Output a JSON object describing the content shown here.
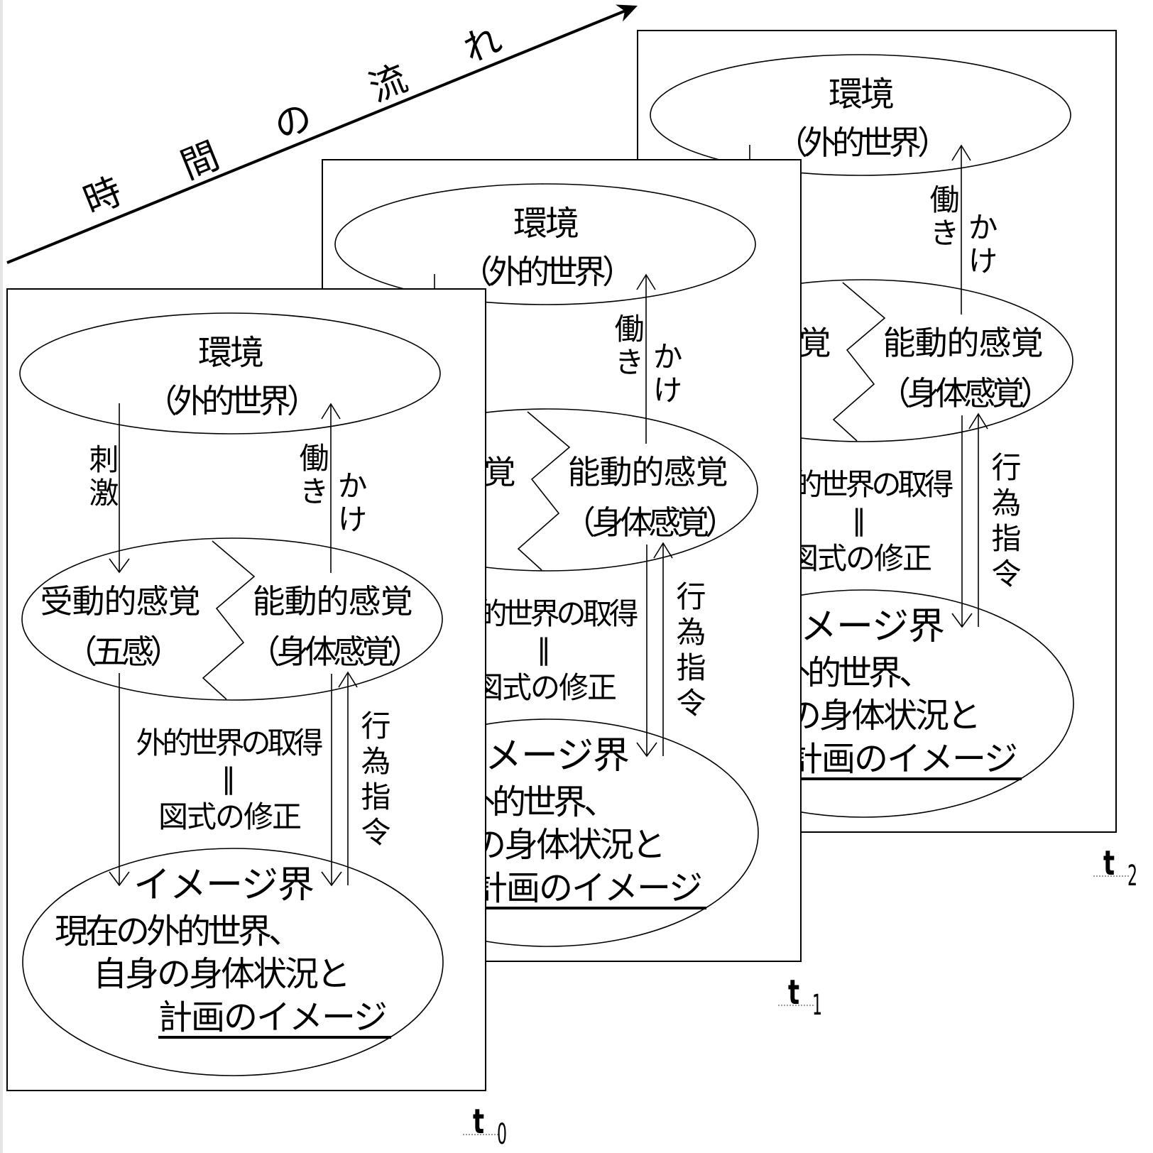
{
  "time_arrow": {
    "label_chars": [
      "時",
      "間",
      "の",
      "流",
      "れ"
    ]
  },
  "panel": {
    "environment": {
      "title": "環境",
      "subtitle": "（外的世界）"
    },
    "stimulus_label": "刺激",
    "action_label_parts": [
      "働き",
      "かけ"
    ],
    "passive_sense": {
      "title": "受動的感覚",
      "subtitle": "（五感）"
    },
    "active_sense": {
      "title": "能動的感覚",
      "subtitle": "（身体感覚）"
    },
    "acquisition": {
      "line1": "外的世界の取得",
      "equals": "‖",
      "line2": "図式の修正"
    },
    "command_label": "行為指令",
    "image_world": {
      "title": "イメージ界",
      "lines": [
        "現在の外的世界、",
        "自身の身体状況と",
        "計画のイメージ"
      ]
    }
  },
  "panels": [
    {
      "time_label": {
        "base": "t",
        "subscript": "0"
      }
    },
    {
      "time_label": {
        "base": "t",
        "subscript": "1"
      }
    },
    {
      "time_label": {
        "base": "t",
        "subscript": "2"
      }
    }
  ],
  "colors": {
    "ink": "#000000",
    "background": "#ffffff",
    "spellcheck_squiggle": "#9a9a9a",
    "left_edge": "#e4e4e4"
  }
}
